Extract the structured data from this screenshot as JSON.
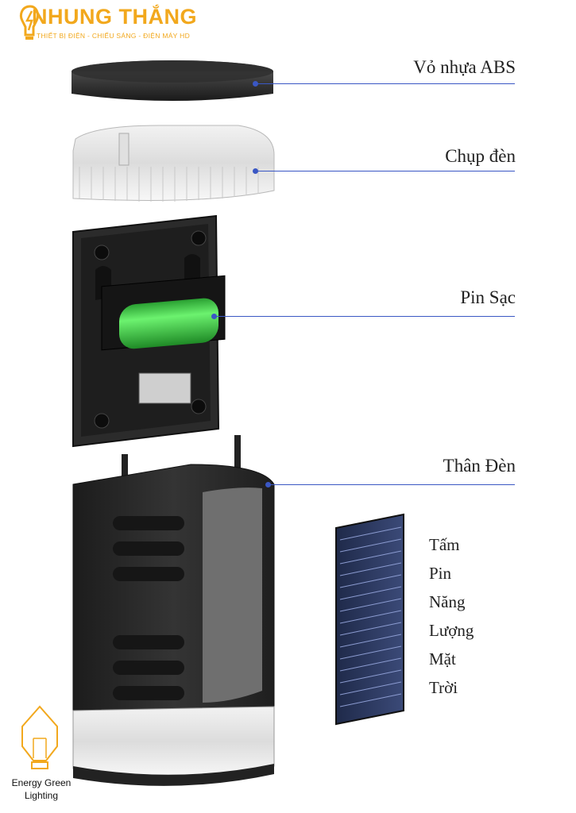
{
  "brand": {
    "name": "NHUNG THẮNG",
    "tagline": "THIẾT BỊ ĐIỆN - CHIẾU SÁNG - ĐIỆN MÁY HD",
    "color": "#f2a81d"
  },
  "parts": [
    {
      "label": "Vỏ nhựa ABS"
    },
    {
      "label": "Chụp đèn"
    },
    {
      "label": "Pin Sạc"
    },
    {
      "label": "Thân Đèn"
    }
  ],
  "solar_panel_label": [
    "Tấm",
    "Pin",
    "Năng",
    "Lượng",
    "Mặt",
    "Trời"
  ],
  "secondary_brand": {
    "line1": "Energy Green",
    "line2": "Lighting"
  },
  "colors": {
    "leader_line": "#3a57c4",
    "body": "#2a2a2a",
    "battery": "#3fd14a"
  }
}
